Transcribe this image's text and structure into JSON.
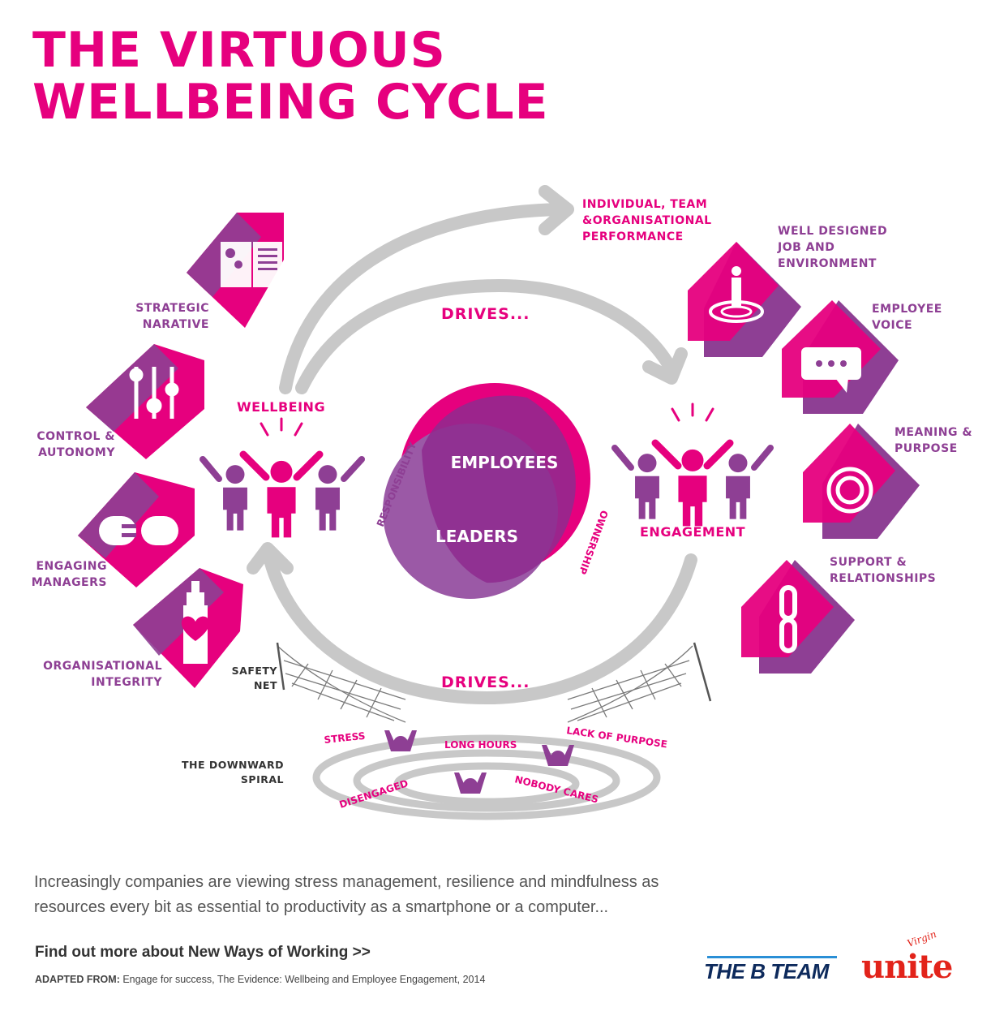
{
  "title": {
    "line1": "THE VIRTUOUS",
    "line2": "WELLBEING CYCLE"
  },
  "colors": {
    "pink": "#e6007e",
    "purple": "#8e3f94",
    "grey_arrow": "#c8c8c8",
    "dark_text": "#333333"
  },
  "cycle": {
    "top_drives": "DRIVES...",
    "bottom_drives": "DRIVES...",
    "performance": {
      "line1": "INDIVIDUAL, TEAM",
      "line2": "&ORGANISATIONAL",
      "line3": "PERFORMANCE"
    },
    "wellbeing": "WELLBEING",
    "engagement": "ENGAGEMENT"
  },
  "center": {
    "employees": "EMPLOYEES",
    "leaders": "LEADERS",
    "responsibility": "RESPONSIBILITY",
    "ownership": "OWNERSHIP"
  },
  "left_items": [
    {
      "icon": "open-book-gears-icon",
      "line1": "STRATEGIC",
      "line2": "NARATIVE"
    },
    {
      "icon": "sliders-icon",
      "line1": "CONTROL &",
      "line2": "AUTONOMY"
    },
    {
      "icon": "plug-connector-icon",
      "line1": "ENGAGING",
      "line2": "MANAGERS"
    },
    {
      "icon": "building-heart-icon",
      "line1": "ORGANISATIONAL",
      "line2": "INTEGRITY"
    }
  ],
  "right_items": [
    {
      "icon": "person-target-icon",
      "line1": "WELL DESIGNED",
      "line2": "JOB AND",
      "line3": "ENVIRONMENT"
    },
    {
      "icon": "speech-bubble-icon",
      "line1": "EMPLOYEE",
      "line2": "VOICE"
    },
    {
      "icon": "target-rings-icon",
      "line1": "MEANING &",
      "line2": "PURPOSE"
    },
    {
      "icon": "chain-link-icon",
      "line1": "SUPPORT &",
      "line2": "RELATIONSHIPS"
    }
  ],
  "safety_net": {
    "line1": "SAFETY",
    "line2": "NET"
  },
  "downward_spiral": {
    "line1": "THE DOWNWARD",
    "line2": "SPIRAL",
    "stress": "STRESS",
    "long_hours": "LONG HOURS",
    "lack_of_purpose": "LACK OF PURPOSE",
    "disengaged": "DISENGAGED",
    "nobody_cares": "NOBODY CARES"
  },
  "body_text": "Increasingly companies are viewing stress management, resilience and mindfulness as resources every bit as essential to productivity as a smartphone or a computer...",
  "cta_link": "Find out more about New Ways of Working >>",
  "source": {
    "label": "ADAPTED FROM:",
    "text": "Engage for success, The Evidence: Wellbeing and Employee Engagement, 2014"
  },
  "logos": {
    "bteam": "THE B TEAM",
    "unite": "unite",
    "virgin": "Virgin"
  }
}
